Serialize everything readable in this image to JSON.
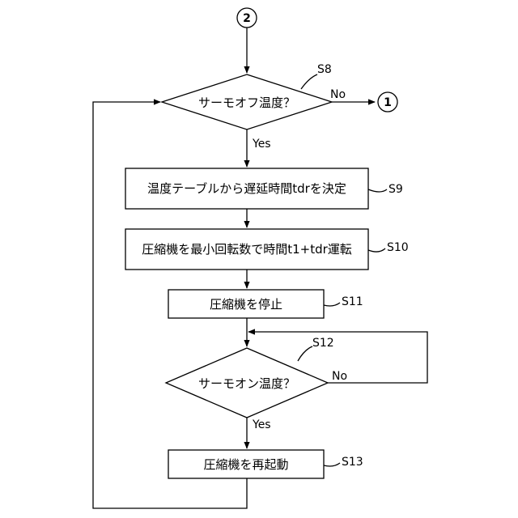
{
  "connectors": {
    "top": "2",
    "exit": "1"
  },
  "steps": {
    "s8": {
      "id": "S8",
      "text": "サーモオフ温度？"
    },
    "s9": {
      "id": "S9",
      "text": "温度テーブルから遅延時間tdrを決定"
    },
    "s10": {
      "id": "S10",
      "text": "圧縮機を最小回転数で時間t1+tdr運転"
    },
    "s11": {
      "id": "S11",
      "text": "圧縮機を停止"
    },
    "s12": {
      "id": "S12",
      "text": "サーモオン温度？"
    },
    "s13": {
      "id": "S13",
      "text": "圧縮機を再起動"
    }
  },
  "branches": {
    "yes": "Yes",
    "no": "No"
  }
}
